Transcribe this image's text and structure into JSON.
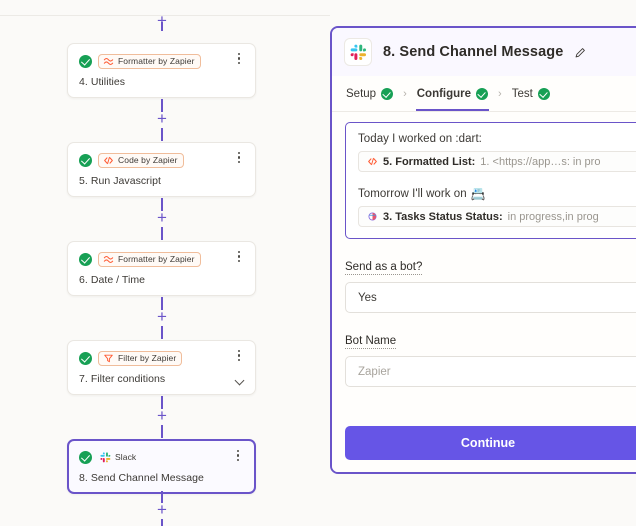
{
  "canvas": {
    "add_step_icon": "plus-icon",
    "steps": [
      {
        "id": "step-4",
        "app": "Formatter by Zapier",
        "app_icon": "formatter-icon",
        "title": "4. Utilities",
        "status": "complete",
        "selected": false,
        "has_chevron": false
      },
      {
        "id": "step-5",
        "app": "Code by Zapier",
        "app_icon": "code-icon",
        "title": "5. Run Javascript",
        "status": "complete",
        "selected": false,
        "has_chevron": false
      },
      {
        "id": "step-6",
        "app": "Formatter by Zapier",
        "app_icon": "formatter-icon",
        "title": "6. Date / Time",
        "status": "complete",
        "selected": false,
        "has_chevron": false
      },
      {
        "id": "step-7",
        "app": "Filter by Zapier",
        "app_icon": "filter-icon",
        "title": "7. Filter conditions",
        "status": "complete",
        "selected": false,
        "has_chevron": true
      },
      {
        "id": "step-8",
        "app": "Slack",
        "app_icon": "slack-icon",
        "title": "8. Send Channel Message",
        "status": "complete",
        "selected": true,
        "has_chevron": false
      }
    ]
  },
  "panel": {
    "header": {
      "app_icon": "slack-icon",
      "title": "8. Send Channel Message",
      "edit_icon": "pencil-icon"
    },
    "tabs": [
      {
        "label": "Setup",
        "state": "complete",
        "active": false
      },
      {
        "label": "Configure",
        "state": "complete",
        "active": true
      },
      {
        "label": "Test",
        "state": "complete",
        "active": false
      }
    ],
    "tab_separator": "›",
    "message_field": {
      "line1": "Today I worked on :dart:",
      "token1": {
        "icon": "code-icon",
        "key": "5. Formatted List:",
        "value": "1. <https://app…s: in pro"
      },
      "line2": "Tomorrow I'll work on",
      "line2_emoji": "📇",
      "token2": {
        "icon": "tasks-icon",
        "key": "3. Tasks Status Status:",
        "value": "in progress,in prog"
      }
    },
    "fields": [
      {
        "label": "Send as a bot?",
        "value": "Yes",
        "placeholder": ""
      },
      {
        "label": "Bot Name",
        "value": "",
        "placeholder": "Zapier"
      }
    ],
    "continue_label": "Continue"
  },
  "colors": {
    "accent_purple": "#6655e6",
    "border_purple": "#6a54c9",
    "success_green": "#17a055",
    "app_orange": "#f0bd9b",
    "canvas_bg": "#fbfaf8"
  }
}
